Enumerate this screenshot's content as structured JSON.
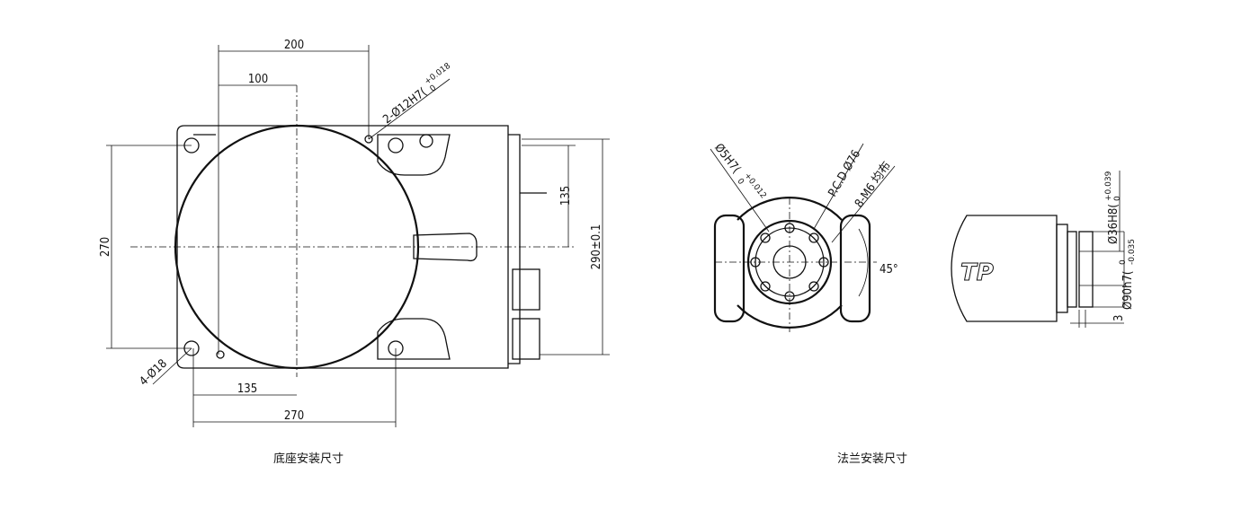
{
  "base_view": {
    "caption": "底座安装尺寸",
    "dims": {
      "w200": "200",
      "w100": "100",
      "h270": "270",
      "w135": "135",
      "w270": "270",
      "h135": "135",
      "h290": "290±0.1",
      "hole_pin": "2-Ø12H7(",
      "hole_pin_tol_upper": "+0.018",
      "hole_pin_tol_lower": "0",
      "hole_mount": "4-Ø18"
    }
  },
  "flange_view": {
    "caption": "法兰安装尺寸",
    "dims": {
      "pin": "Ø5H7(",
      "pin_tol_upper": "+0.012",
      "pin_tol_lower": "0",
      "pcd": "P.C.D Ø76",
      "thread": "8-M6 均布",
      "angle": "45°",
      "bore": "Ø36H8(",
      "bore_tol_upper": "+0.039",
      "bore_tol_lower": "0",
      "spigot": "Ø90h7(",
      "spigot_tol_upper": "0",
      "spigot_tol_lower": "-0.035",
      "depth": "3"
    },
    "logo_text": "TP"
  }
}
